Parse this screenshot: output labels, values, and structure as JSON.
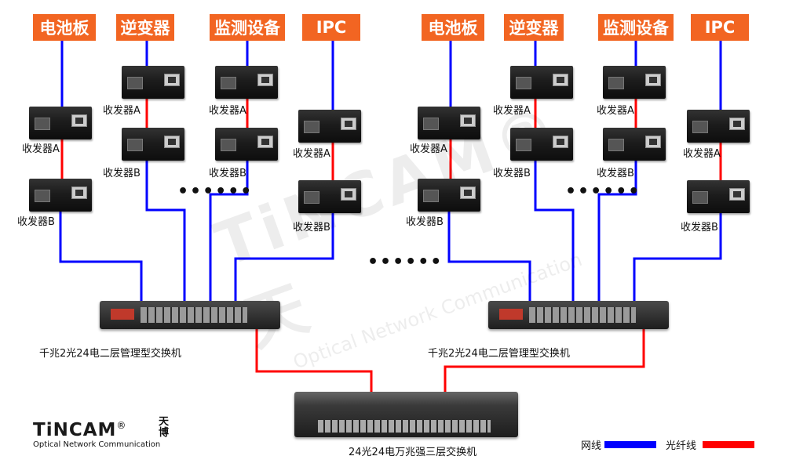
{
  "categories": {
    "solar_panel": "电池板",
    "inverter": "逆变器",
    "monitoring": "监测设备",
    "ipc": "IPC"
  },
  "device_labels": {
    "transceiver_a": "收发器A",
    "transceiver_b": "收发器B"
  },
  "switches": {
    "access_switch": "千兆2光24电二层管理型交换机",
    "core_switch": "24光24电万兆强三层交换机"
  },
  "ellipsis": "••••••",
  "legend": {
    "ethernet_label": "网线",
    "fiber_label": "光纤线",
    "ethernet_color": "#0000ff",
    "fiber_color": "#ff0000"
  },
  "logo": {
    "name": "TiNCAM",
    "registered": "®",
    "cn_name": "天博",
    "tagline": "Optical Network Communication"
  },
  "watermark": {
    "name": "TiNCAM®天",
    "tagline": "Optical Network Communication"
  }
}
